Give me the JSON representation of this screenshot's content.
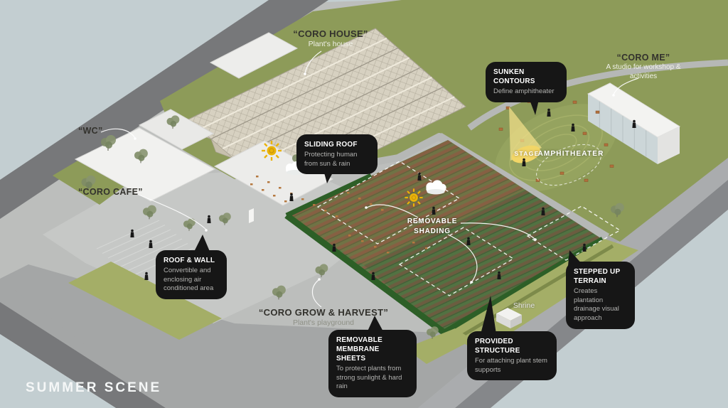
{
  "scene_title": "SUMMER SCENE",
  "colors": {
    "background": "#c3ced1",
    "base-gray": "#bcbebc",
    "road-dark": "#77787a",
    "road-mid": "#a4a6a6",
    "grass": "#8d9b59",
    "grass-light": "#a4ae67",
    "hedge": "#2d5f27",
    "greenhouse": "#d7d1c1",
    "callout-bg": "#161616",
    "callout-body": "#b3b3b1",
    "label-dark": "#33322d",
    "sun": "#eab308",
    "stage-yellow": "#f2d667",
    "table-orange": "#b5783f"
  },
  "labels": {
    "coro_house": {
      "title": "“CORO HOUSE”",
      "subtitle": "Plant's house"
    },
    "wc": {
      "title": "“WC”"
    },
    "coro_cafe": {
      "title": "“CORO CAFE”"
    },
    "coro_me": {
      "title": "“CORO ME”",
      "subtitle": "A studio for workshop & activities"
    },
    "coro_grow": {
      "title": "“CORO GROW & HARVEST”",
      "subtitle": "Plant's playground"
    },
    "removable_shading": {
      "text": "REMOVABLE\nSHADING"
    },
    "stage": {
      "text": "STAGE"
    },
    "amphitheater": {
      "text": "AMPHITHEATER"
    },
    "shrine": {
      "text": "Shrine"
    }
  },
  "callouts": {
    "sliding_roof": {
      "title": "SLIDING ROOF",
      "body": "Protecting human from sun & rain"
    },
    "sunken_contours": {
      "title": "SUNKEN CONTOURS",
      "body": "Define amphitheater"
    },
    "roof_wall": {
      "title": "ROOF & WALL",
      "body": "Convertible and enclosing air conditioned area"
    },
    "stepped_up_terrain": {
      "title": "STEPPED UP TERRAIN",
      "body": "Creates plantation drainage visual approach"
    },
    "removable_membrane_sheets": {
      "title": "REMOVABLE MEMBRANE SHEETS",
      "body": "To protect plants from strong sunlight & hard rain"
    },
    "provided_structure": {
      "title": "PROVIDED STRUCTURE",
      "body": "For attaching plant stem supports"
    }
  }
}
